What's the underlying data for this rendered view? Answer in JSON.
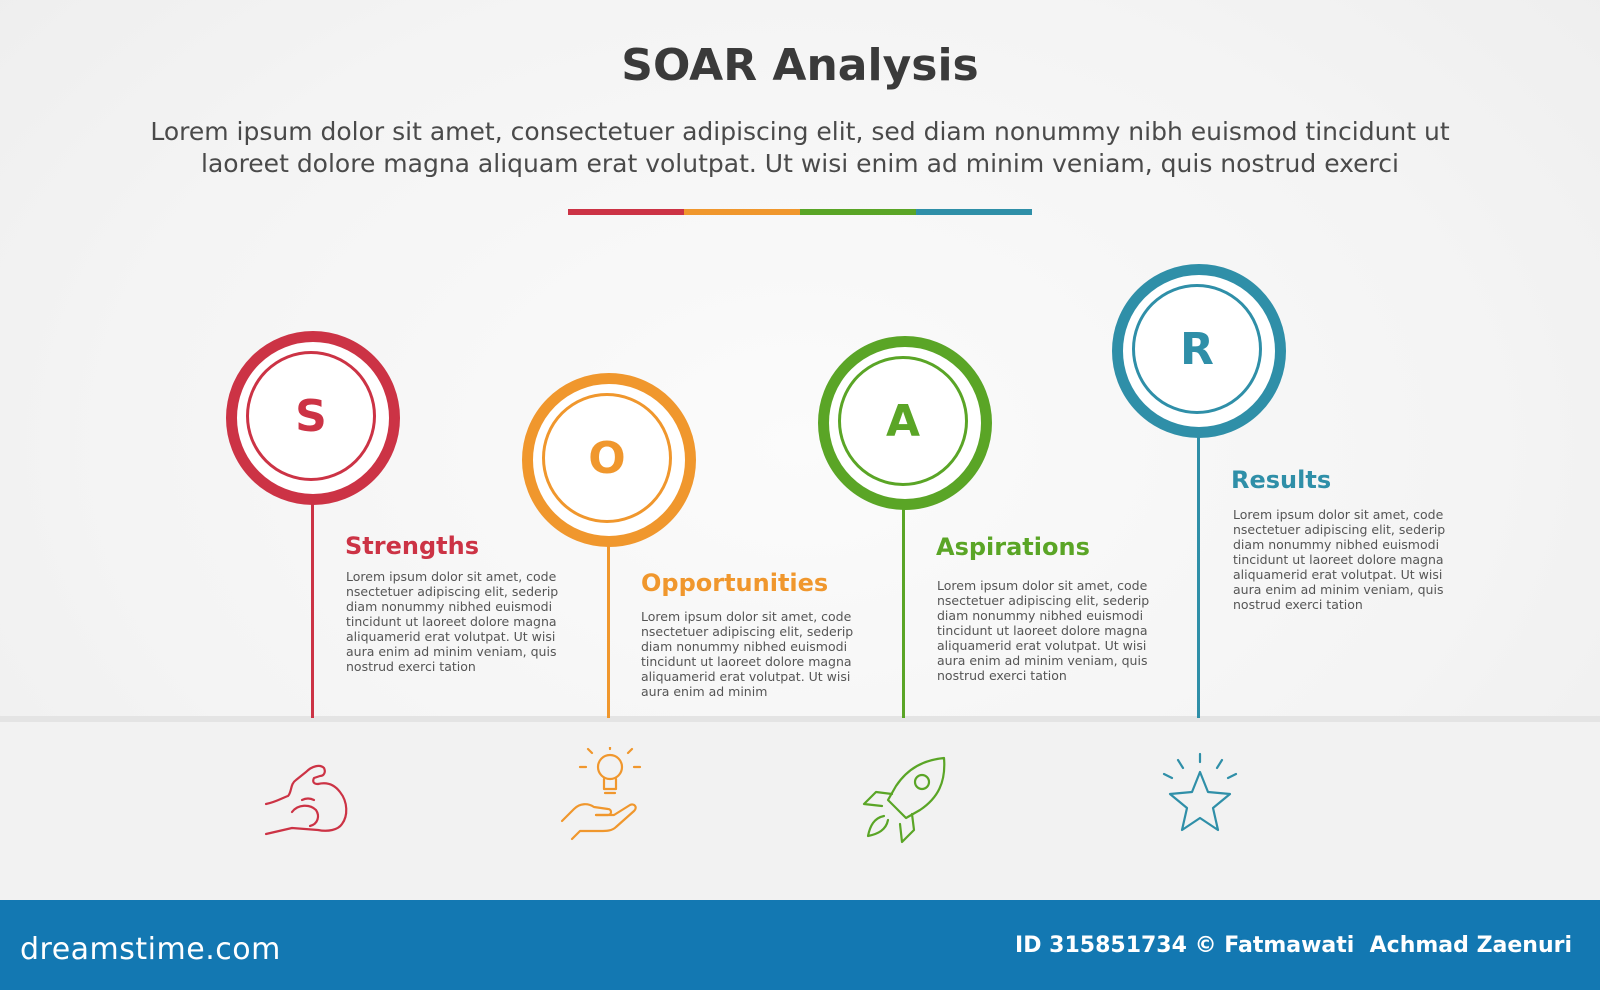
{
  "header": {
    "title": "SOAR Analysis",
    "subtitle_line1": "Lorem ipsum dolor sit amet, consectetuer adipiscing elit, sed diam nonummy nibh euismod tincidunt ut",
    "subtitle_line2": "laoreet dolore magna aliquam erat volutpat. Ut wisi enim ad minim veniam, quis nostrud exerci"
  },
  "colors": {
    "strengths": "#cc3345",
    "opportunities": "#f0972d",
    "aspirations": "#5aa526",
    "results": "#2f8fa8"
  },
  "items": [
    {
      "letter": "S",
      "title": "Strengths",
      "desc": "Lorem ipsum dolor sit amet, code nsectetuer adipiscing elit, sederip diam nonummy nibhed euismodi tincidunt ut laoreet dolore magna aliquamerid erat volutpat. Ut wisi aura enim ad minim veniam, quis nostrud exerci tation",
      "icon": "flexed-arm-icon"
    },
    {
      "letter": "O",
      "title": "Opportunities",
      "desc": "Lorem ipsum dolor sit amet, code nsectetuer adipiscing elit, sederip diam nonummy nibhed euismodi tincidunt ut laoreet dolore magna aliquamerid erat volutpat. Ut wisi aura enim ad minim",
      "icon": "lightbulb-hand-icon"
    },
    {
      "letter": "A",
      "title": "Aspirations",
      "desc": "Lorem ipsum dolor sit amet, code nsectetuer adipiscing elit, sederip diam nonummy nibhed euismodi tincidunt ut laoreet dolore magna aliquamerid erat volutpat. Ut wisi aura enim ad minim veniam, quis nostrud exerci tation",
      "icon": "rocket-icon"
    },
    {
      "letter": "R",
      "title": "Results",
      "desc": "Lorem ipsum dolor sit amet, code nsectetuer adipiscing elit, sederip diam nonummy nibhed euismodi tincidunt ut laoreet dolore magna aliquamerid erat volutpat. Ut wisi aura enim ad minim veniam, quis nostrud exerci tation",
      "icon": "star-sparkle-icon"
    }
  ],
  "footer": {
    "brand": "dreamstime.com",
    "credit": "ID 315851734 © Fatmawati  Achmad Zaenuri"
  }
}
